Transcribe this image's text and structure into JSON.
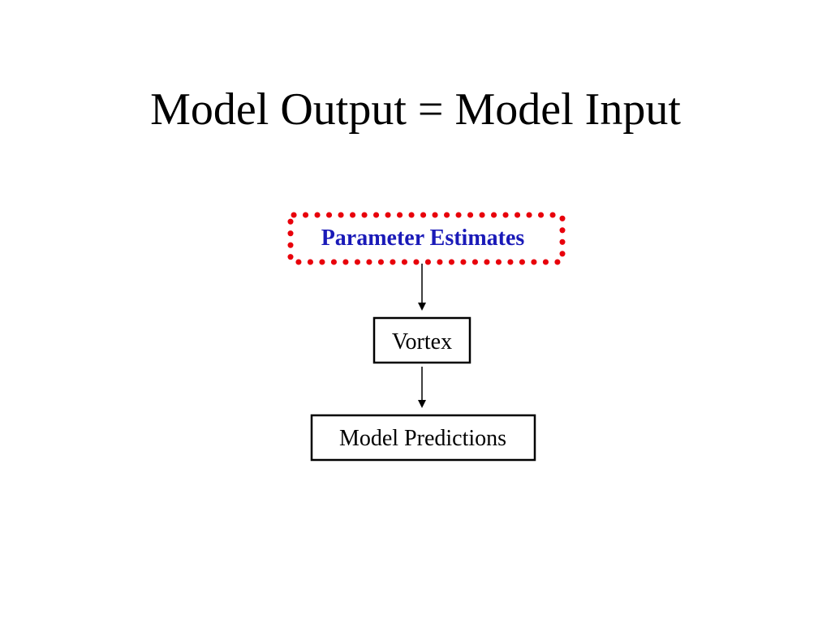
{
  "slide": {
    "title": "Model Output = Model Input"
  },
  "diagram": {
    "nodes": {
      "parameter_estimates": "Parameter Estimates",
      "vortex": "Vortex",
      "model_predictions": "Model Predictions"
    },
    "colors": {
      "highlight_text": "#1a1ab8",
      "highlight_dots": "#e8000b",
      "box_stroke": "#000000",
      "arrow": "#000000"
    }
  }
}
